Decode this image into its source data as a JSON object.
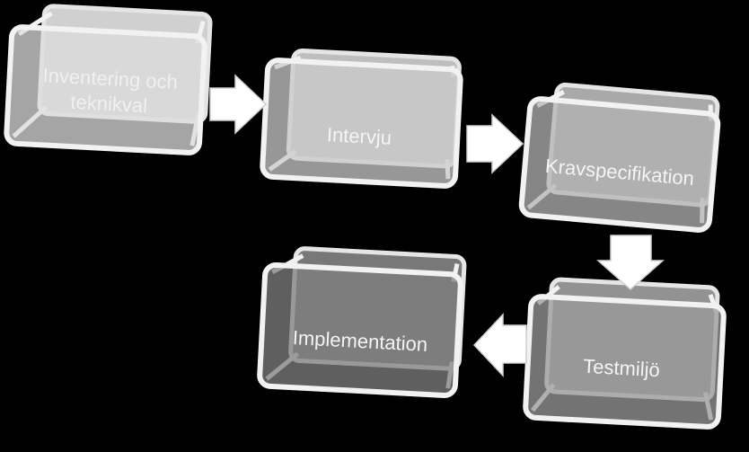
{
  "steps": [
    {
      "label": "Inventering och\nteknikval",
      "fill": "#dcdcdc",
      "text_color": "#f0f0f0"
    },
    {
      "label": "Intervju",
      "fill": "#c9c9c9",
      "text_color": "#f4f4f4"
    },
    {
      "label": "Kravspecifikation",
      "fill": "#b3b3b3",
      "text_color": "#f4f4f4"
    },
    {
      "label": "Testmiljö",
      "fill": "#9a9a9a",
      "text_color": "#f4f4f4"
    },
    {
      "label": "Implementation",
      "fill": "#7f7f7f",
      "text_color": "#f4f4f4"
    }
  ],
  "colors": {
    "background": "#000000",
    "box_outline": "#f2f2f2",
    "arrow": "#ffffff"
  }
}
